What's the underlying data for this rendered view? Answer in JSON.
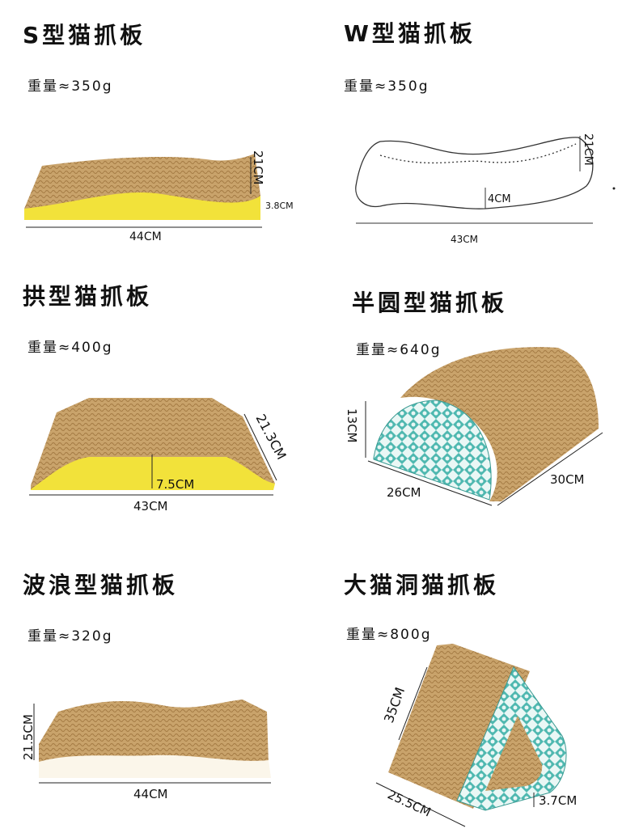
{
  "products": [
    {
      "title": "S型猫抓板",
      "weight": "重量≈350g",
      "dims": [
        "21CM",
        "3.8CM",
        "44CM"
      ]
    },
    {
      "title": "W型猫抓板",
      "weight": "重量≈350g",
      "dims": [
        "21CM",
        "4CM",
        "43CM"
      ]
    },
    {
      "title": "拱型猫抓板",
      "weight": "重量≈400g",
      "dims": [
        "21.3CM",
        "7.5CM",
        "43CM"
      ]
    },
    {
      "title": "半圆型猫抓板",
      "weight": "重量≈640g",
      "dims": [
        "13CM",
        "26CM",
        "30CM"
      ]
    },
    {
      "title": "波浪型猫抓板",
      "weight": "重量≈320g",
      "dims": [
        "21.5CM",
        "44CM"
      ]
    },
    {
      "title": "大猫洞猫抓板",
      "weight": "重量≈800g",
      "dims": [
        "35CM",
        "25.5CM",
        "3.7CM"
      ]
    }
  ],
  "colors": {
    "cardboard": "#c9a36b",
    "cardboard_dark": "#a47a43",
    "print_yellow": "#f2e23a",
    "print_teal": "#4fb8b0"
  }
}
